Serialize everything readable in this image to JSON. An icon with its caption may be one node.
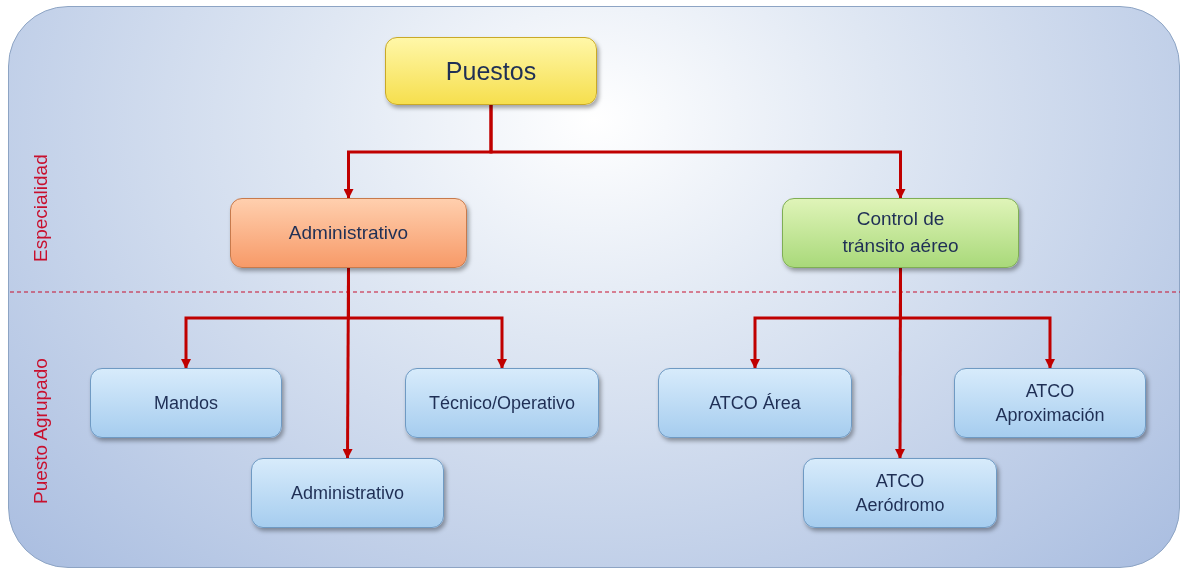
{
  "diagram": {
    "nodes": [
      {
        "text": [
          "Puestos"
        ]
      },
      {
        "text": [
          "Administrativo"
        ]
      },
      {
        "text": [
          "Control de tránsito aéreo"
        ]
      },
      {
        "text": [
          "Mandos"
        ]
      },
      {
        "text": [
          "Técnico/Operativo"
        ]
      },
      {
        "text": [
          "Administrativo"
        ]
      },
      {
        "text": [
          "ATCO Área"
        ]
      },
      {
        "text": [
          "ATCO Aproximación"
        ]
      },
      {
        "text": [
          "ATCO Aeródromo"
        ]
      }
    ],
    "edges": [
      {
        "from": 0,
        "to": 1,
        "arrow": "to"
      },
      {
        "from": 0,
        "to": 2,
        "arrow": "to"
      },
      {
        "from": 1,
        "to": 3,
        "arrow": "to"
      },
      {
        "from": 1,
        "to": 4,
        "arrow": "to"
      },
      {
        "from": 1,
        "to": 5,
        "arrow": "to"
      },
      {
        "from": 2,
        "to": 6,
        "arrow": "to"
      },
      {
        "from": 2,
        "to": 7,
        "arrow": "to"
      },
      {
        "from": 2,
        "to": 8,
        "arrow": "to"
      }
    ],
    "labels": [
      "Especialidad",
      "Puesto Agrupado"
    ]
  }
}
